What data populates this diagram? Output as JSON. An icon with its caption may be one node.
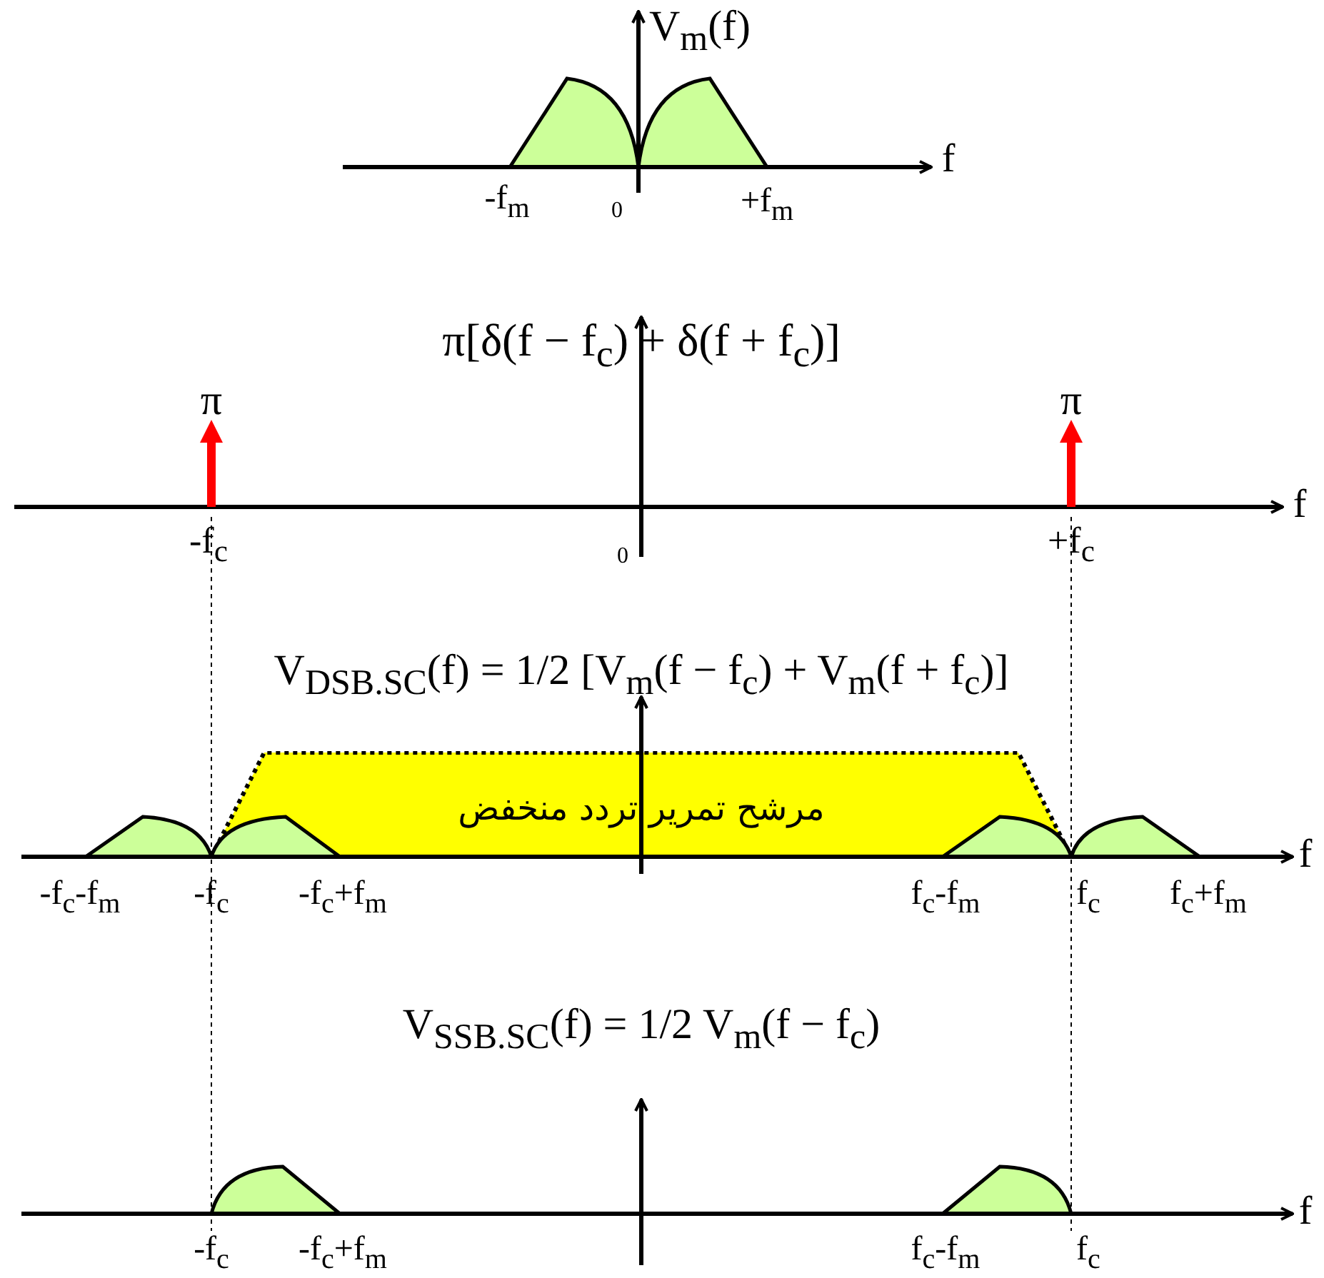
{
  "diagram": {
    "nodes": [
      {
        "text": [
          "مرشح تمرير تردد منخفض"
        ]
      }
    ],
    "edges": [],
    "labels": [
      "V$_{m}$(f)",
      "f",
      "-f$_{m}$",
      "0",
      "+f$_{m}$",
      "π[δ(f − f$_{c}$) + δ(f + f$_{c}$)]",
      "π",
      "π",
      "f",
      "-f$_{c}$",
      "0",
      "+f$_{c}$",
      "V$_{DSB.SC}$(f) = 1/2 [V$_{m}$(f − f$_{c}$) + V$_{m}$(f + f$_{c}$)]",
      "f",
      "-f$_{c}$-f$_{m}$",
      "-f$_{c}$",
      "-f$_{c}$+f$_{m}$",
      "f$_{c}$-f$_{m}$",
      "f$_{c}$",
      "f$_{c}$+f$_{m}$",
      "V$_{SSB.SC}$(f) = 1/2 V$_{m}$(f − f$_{c}$)",
      "f",
      "-f$_{c}$",
      "-f$_{c}$+f$_{m}$",
      "f$_{c}$-f$_{m}$",
      "f$_{c}$"
    ]
  }
}
